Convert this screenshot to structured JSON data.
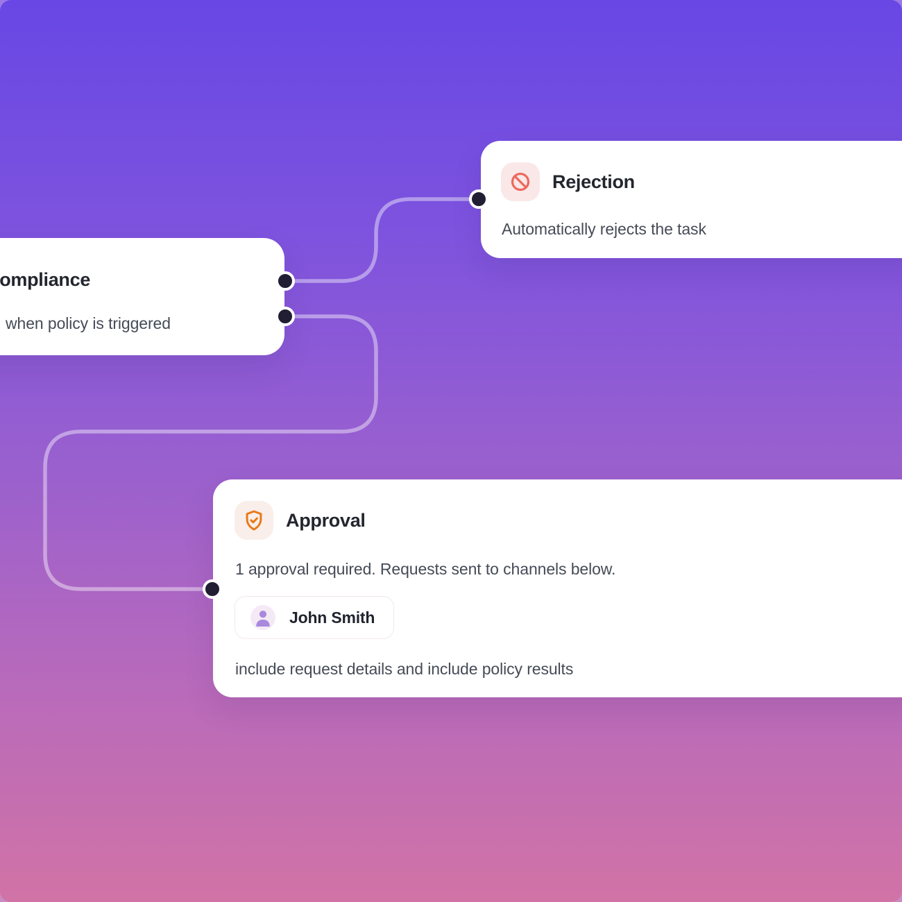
{
  "canvas": {
    "colors": {
      "background_top": "#6847e4",
      "background_bottom": "#d173a6",
      "connector": "rgba(255,255,255,0.42)",
      "port": "#211e33",
      "card": "#ffffff",
      "title_text": "#23262e",
      "body_text": "#454b56",
      "rejection_icon": "#ec6a5e",
      "rejection_icon_bg": "#fae8e8",
      "approval_icon": "#e87917",
      "approval_icon_bg": "#faeeea",
      "avatar_person": "#a988de",
      "avatar_bg": "#f4eaf6",
      "chip_border": "#f2e8ef"
    }
  },
  "nodes": {
    "compliance": {
      "title": "Compliance",
      "description": "when policy is triggered"
    },
    "rejection": {
      "title": "Rejection",
      "description": "Automatically rejects the task",
      "icon": "prohibition-icon"
    },
    "approval": {
      "title": "Approval",
      "description": "1 approval required. Requests sent to channels below.",
      "approver_name": "John Smith",
      "footer": "include request details and include policy results",
      "icon": "shield-check-icon"
    }
  }
}
